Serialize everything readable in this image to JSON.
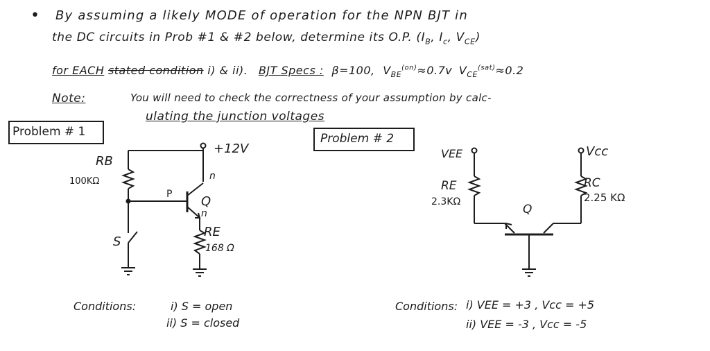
{
  "header": {
    "line1": "By assuming a likely MODE of operation for the NPN BJT in",
    "line2": "the DC circuits in Prob #1 & #2 below, determine its O.P. (I",
    "line2_tail": ", I",
    "line2_tail2": ", V",
    "line2_close": ")",
    "sub_b": "B",
    "sub_c": "c",
    "sub_ce": "CE",
    "line3_a": "for EACH",
    "line3_b": "stated condition",
    "line3_c": "i) & ii).",
    "specs_label": "BJT Specs :",
    "beta": "β=100,",
    "vbe": "V",
    "vbe_sub": "BE",
    "vbe_sup": "(on)",
    "vbe_val": "≈0.7v",
    "vce": "V",
    "vce_sub": "CE",
    "vce_sup": "(sat)",
    "vce_val": "≈0.2",
    "note_label": "Note:",
    "note_text": "You will need to check the correctness of your assumption by calc-",
    "note_line2": "ulating the junction voltages"
  },
  "problem1": {
    "title": "Problem # 1",
    "supply": "+12V",
    "rb_name": "RB",
    "rb_val": "100KΩ",
    "n_top": "n",
    "p_label": "P",
    "q_label": "Q",
    "n_bot": "n",
    "re_name": "RE",
    "re_val": "168 Ω",
    "switch": "S",
    "conditions_label": "Conditions:",
    "cond1": "i)  S = open",
    "cond2": "ii)  S = closed"
  },
  "problem2": {
    "title": "Problem # 2",
    "vee": "VEE",
    "vcc": "Vcc",
    "re_name": "RE",
    "re_val": "2.3KΩ",
    "rc_name": "RC",
    "rc_val": "2.25 KΩ",
    "q_label": "Q",
    "conditions_label": "Conditions:",
    "cond1": "i)  VEE = +3   , Vcc = +5",
    "cond2": "ii)  VEE = -3   , Vcc = -5"
  }
}
